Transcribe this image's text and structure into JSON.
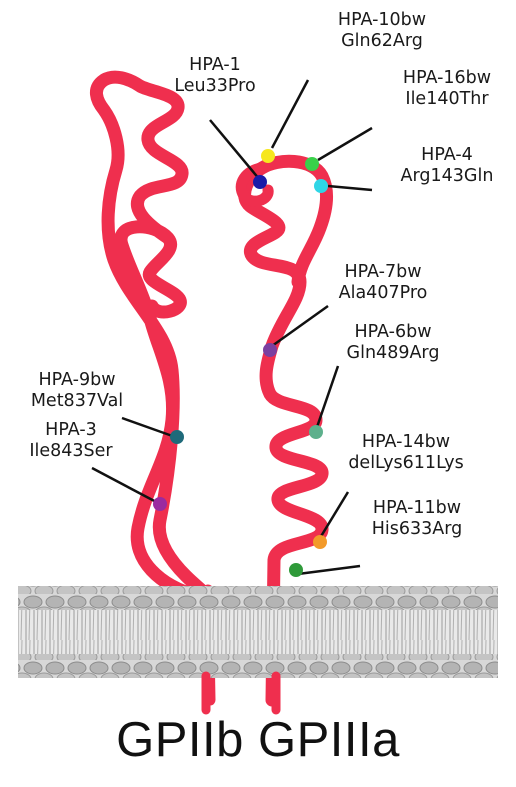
{
  "colors": {
    "protein": "#ef2f4e",
    "membrane_top": "#8a8a8a",
    "membrane_mid": "#cfcfcf",
    "leader_line": "#111111"
  },
  "labels": [
    {
      "id": "hpa1",
      "name": "HPA-1",
      "mutation": "Leu33Pro",
      "marker_color": "#1a1aa8"
    },
    {
      "id": "hpa10",
      "name": "HPA-10bw",
      "mutation": "Gln62Arg",
      "marker_color": "#f6e71e"
    },
    {
      "id": "hpa16",
      "name": "HPA-16bw",
      "mutation": "Ile140Thr",
      "marker_color": "#3ad14a"
    },
    {
      "id": "hpa4",
      "name": "HPA-4",
      "mutation": "Arg143Gln",
      "marker_color": "#2fd6e6"
    },
    {
      "id": "hpa7",
      "name": "HPA-7bw",
      "mutation": "Ala407Pro",
      "marker_color": "#7b3fa0"
    },
    {
      "id": "hpa6",
      "name": "HPA-6bw",
      "mutation": "Gln489Arg",
      "marker_color": "#5db08c"
    },
    {
      "id": "hpa14",
      "name": "HPA-14bw",
      "mutation": "delLys611Lys",
      "marker_color": "#2f9a3a"
    },
    {
      "id": "hpa11",
      "name": "HPA-11bw",
      "mutation": "His633Arg",
      "marker_color": "#f39a2a"
    },
    {
      "id": "hpa9",
      "name": "HPA-9bw",
      "mutation": "Met837Val",
      "marker_color": "#1f6a7a"
    },
    {
      "id": "hpa3",
      "name": "HPA-3",
      "mutation": "Ile843Ser",
      "marker_color": "#9a2aa0"
    }
  ],
  "title": "GPIIb GPIIIa"
}
